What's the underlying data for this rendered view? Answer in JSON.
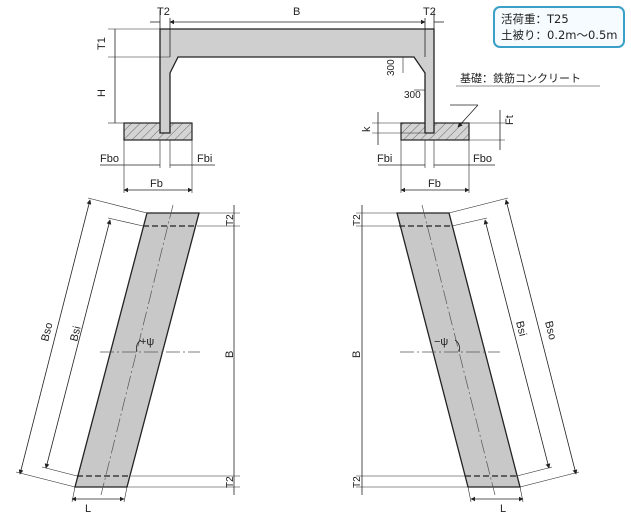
{
  "notes": {
    "live_load": "活荷重：T25",
    "cover": "土被り：0.2m〜0.5m"
  },
  "section": {
    "B": "B",
    "T2_left": "T2",
    "T2_right": "T2",
    "T1": "T1",
    "H": "H",
    "haunch_v": "300",
    "haunch_h": "300",
    "foundation_label": "基礎：鉄筋コンクリート",
    "k": "k",
    "Ft": "Ft",
    "Fbo_left": "Fbo",
    "Fbi_left": "Fbi",
    "Fb_left": "Fb",
    "Fbi_right": "Fbi",
    "Fbo_right": "Fbo",
    "Fb_right": "Fb"
  },
  "plan_left": {
    "T2_top": "T2",
    "T2_bottom": "T2",
    "B": "B",
    "Bso": "Bso",
    "Bsi": "Bsi",
    "angle": "+ψ",
    "L": "L"
  },
  "plan_right": {
    "T2_top": "T2",
    "T2_bottom": "T2",
    "B": "B",
    "Bso": "Bso",
    "Bsi": "Bsi",
    "angle": "−ψ",
    "L": "L"
  },
  "colors": {
    "concrete": "#cfcfcf",
    "plan_fill": "#c8c8c8",
    "note_border": "#3aa0c8",
    "line": "#222222"
  }
}
